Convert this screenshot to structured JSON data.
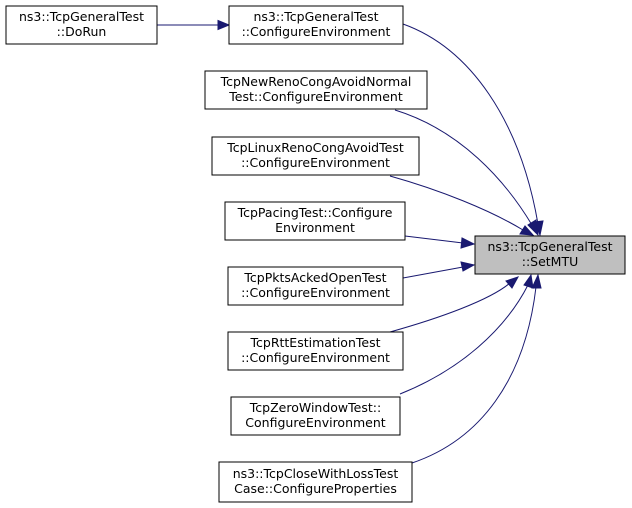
{
  "graph": {
    "target": {
      "line1": "ns3::TcpGeneralTest",
      "line2": "::SetMTU"
    },
    "callers": [
      {
        "line1": "ns3::TcpGeneralTest",
        "line2": "::ConfigureEnvironment"
      },
      {
        "line1": "TcpNewRenoCongAvoidNormal",
        "line2": "Test::ConfigureEnvironment"
      },
      {
        "line1": "TcpLinuxRenoCongAvoidTest",
        "line2": "::ConfigureEnvironment"
      },
      {
        "line1": "TcpPacingTest::Configure",
        "line2": "Environment"
      },
      {
        "line1": "TcpPktsAckedOpenTest",
        "line2": "::ConfigureEnvironment"
      },
      {
        "line1": "TcpRttEstimationTest",
        "line2": "::ConfigureEnvironment"
      },
      {
        "line1": "TcpZeroWindowTest::",
        "line2": "ConfigureEnvironment"
      },
      {
        "line1": "ns3::TcpCloseWithLossTest",
        "line2": "Case::ConfigureProperties"
      }
    ],
    "caller_of_caller": {
      "line1": "ns3::TcpGeneralTest",
      "line2": "::DoRun"
    },
    "colors": {
      "edge": "#191970",
      "target_fill": "#bfbfbf",
      "node_fill": "#ffffff",
      "node_border": "#000000"
    }
  }
}
